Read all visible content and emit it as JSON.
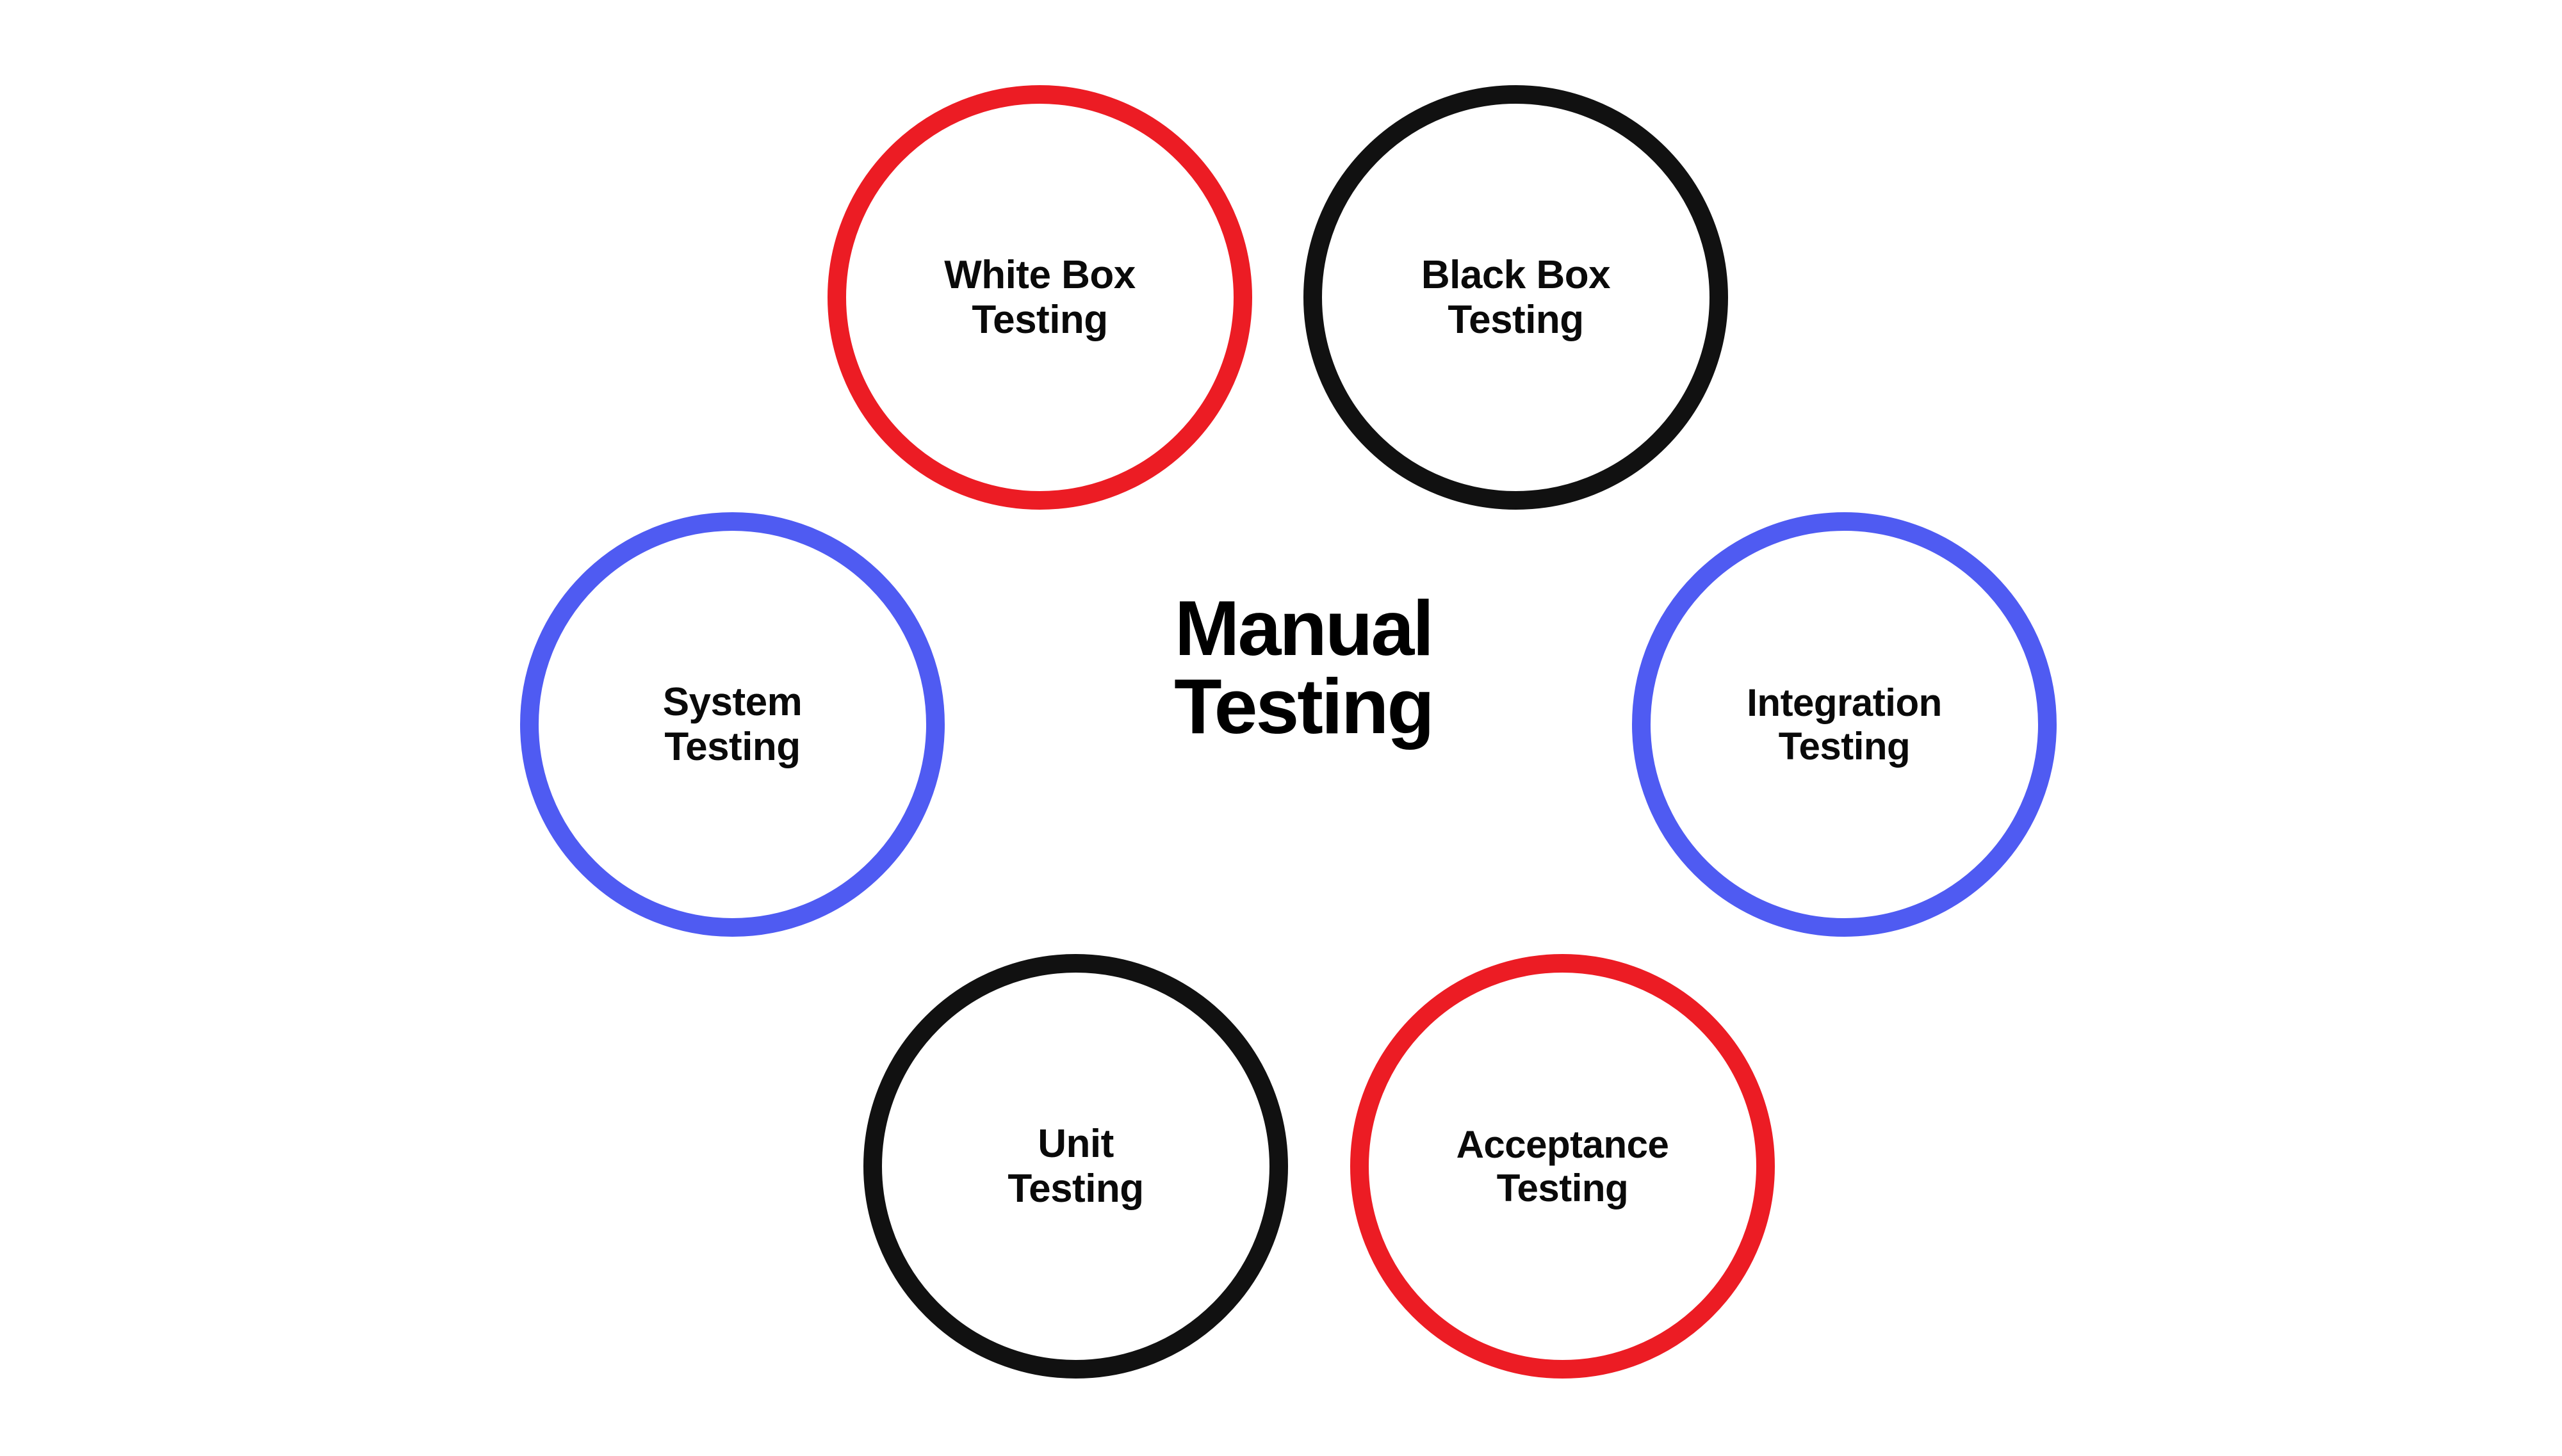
{
  "diagram": {
    "title": "Manual Testing",
    "background_color": "#ffffff",
    "center": {
      "label": "Manual\nTesting",
      "text_color": "#000000"
    },
    "palette": {
      "red": "#ec1c24",
      "black": "#111111",
      "blue": "#4f5bf2",
      "label_text": "#0a0a0a"
    },
    "nodes": [
      {
        "id": "white-box",
        "label": "White Box\nTesting",
        "line1": "White Box",
        "line2": "Testing",
        "color": "#ec1c24",
        "color_name": "red",
        "position": "top-left"
      },
      {
        "id": "black-box",
        "label": "Black Box\nTesting",
        "line1": "Black Box",
        "line2": "Testing",
        "color": "#111111",
        "color_name": "black",
        "position": "top-right"
      },
      {
        "id": "system",
        "label": "System\nTesting",
        "line1": "System",
        "line2": "Testing",
        "color": "#4f5bf2",
        "color_name": "blue",
        "position": "middle-left"
      },
      {
        "id": "integration",
        "label": "Integration\nTesting",
        "line1": "Integration",
        "line2": "Testing",
        "color": "#4f5bf2",
        "color_name": "blue",
        "position": "middle-right"
      },
      {
        "id": "unit",
        "label": "Unit\nTesting",
        "line1": "Unit",
        "line2": "Testing",
        "color": "#111111",
        "color_name": "black",
        "position": "bottom-left"
      },
      {
        "id": "acceptance",
        "label": "Acceptance\nTesting",
        "line1": "Acceptance",
        "line2": "Testing",
        "color": "#ec1c24",
        "color_name": "red",
        "position": "bottom-right"
      }
    ]
  }
}
